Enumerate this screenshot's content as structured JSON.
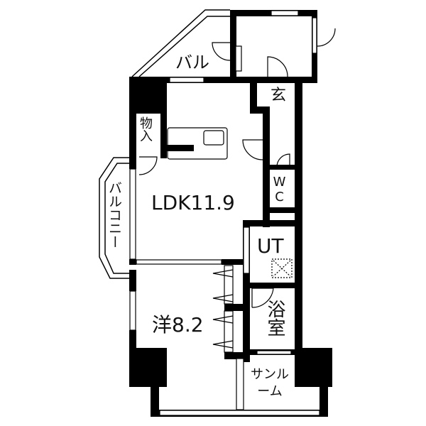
{
  "rooms": {
    "balcony_top": "バル",
    "entrance": "玄",
    "storage": "物入",
    "wc": "WC",
    "ldk": "LDK11.9",
    "balcony_left": "バルコニー",
    "utility": "UT",
    "western_room": "洋8.2",
    "bathroom": "浴室",
    "sunroom": "サンルーム"
  },
  "colors": {
    "wall": "#000000",
    "background": "#ffffff"
  }
}
